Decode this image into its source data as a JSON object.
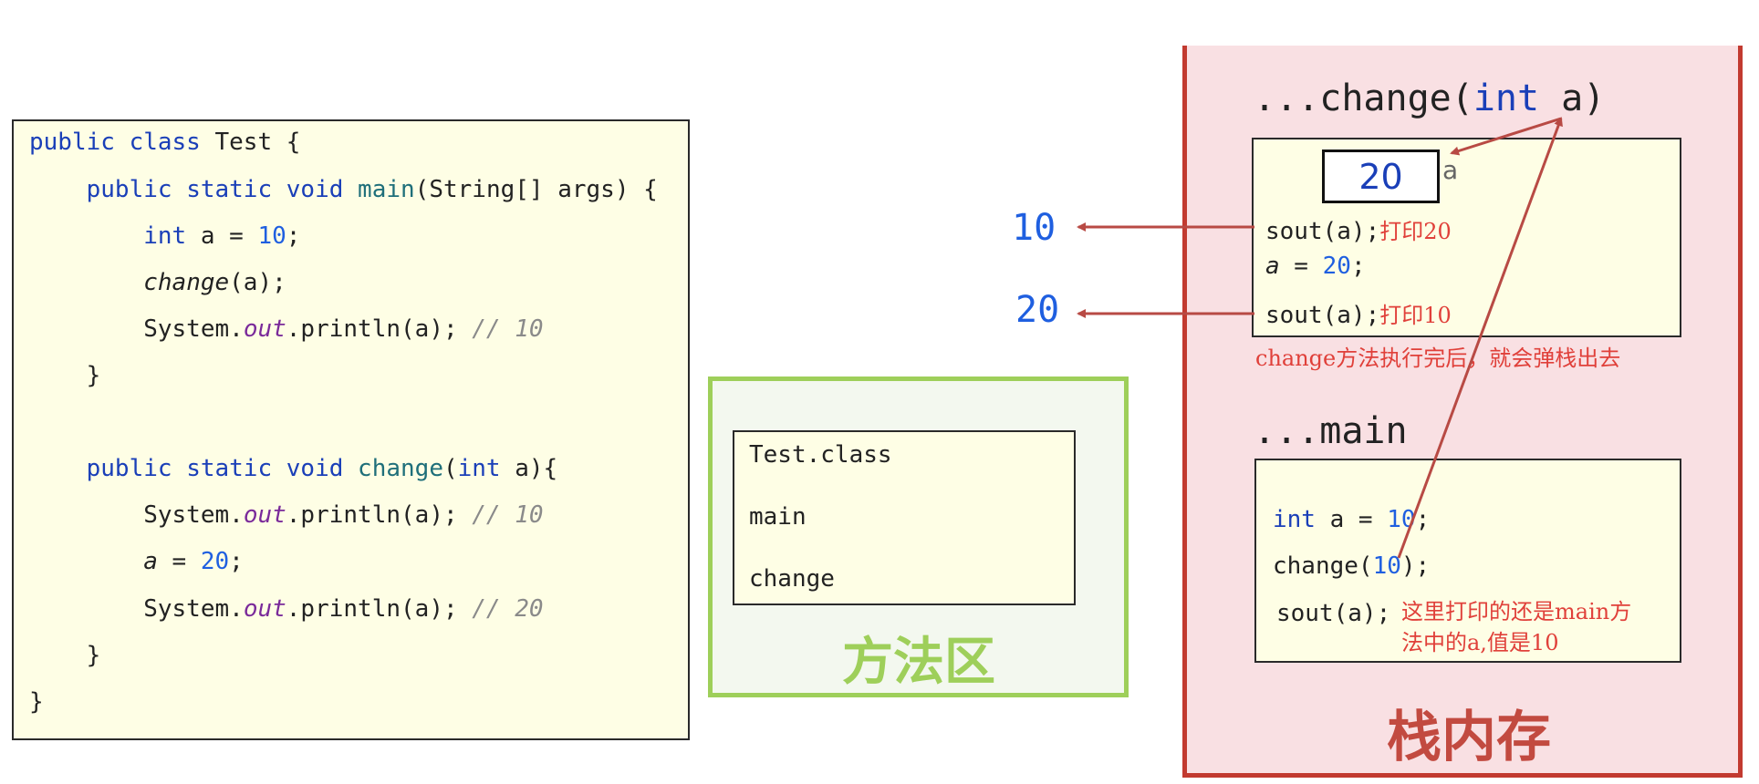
{
  "code": {
    "lines": [
      [
        {
          "t": "public class",
          "c": "kw"
        },
        {
          "t": " Test {",
          "c": ""
        }
      ],
      [
        {
          "t": "    ",
          "c": ""
        },
        {
          "t": "public static void",
          "c": "kw"
        },
        {
          "t": " ",
          "c": ""
        },
        {
          "t": "main",
          "c": "fn"
        },
        {
          "t": "(String[] args) {",
          "c": ""
        }
      ],
      [
        {
          "t": "        ",
          "c": ""
        },
        {
          "t": "int",
          "c": "kw"
        },
        {
          "t": " a = ",
          "c": ""
        },
        {
          "t": "10",
          "c": "num"
        },
        {
          "t": ";",
          "c": ""
        }
      ],
      [
        {
          "t": "        ",
          "c": ""
        },
        {
          "t": "change",
          "c": "it"
        },
        {
          "t": "(a);",
          "c": ""
        }
      ],
      [
        {
          "t": "        System.",
          "c": ""
        },
        {
          "t": "out",
          "c": "fld"
        },
        {
          "t": ".println(a); ",
          "c": ""
        },
        {
          "t": "// 10",
          "c": "cm"
        }
      ],
      [
        {
          "t": "    }",
          "c": ""
        }
      ],
      [
        {
          "t": "",
          "c": ""
        }
      ],
      [
        {
          "t": "    ",
          "c": ""
        },
        {
          "t": "public static void",
          "c": "kw"
        },
        {
          "t": " ",
          "c": ""
        },
        {
          "t": "change",
          "c": "fn"
        },
        {
          "t": "(",
          "c": ""
        },
        {
          "t": "int",
          "c": "kw"
        },
        {
          "t": " a){",
          "c": ""
        }
      ],
      [
        {
          "t": "        System.",
          "c": ""
        },
        {
          "t": "out",
          "c": "fld"
        },
        {
          "t": ".println(a); ",
          "c": ""
        },
        {
          "t": "// 10",
          "c": "cm"
        }
      ],
      [
        {
          "t": "        ",
          "c": ""
        },
        {
          "t": "a",
          "c": "it"
        },
        {
          "t": " = ",
          "c": ""
        },
        {
          "t": "20",
          "c": "num"
        },
        {
          "t": ";",
          "c": ""
        }
      ],
      [
        {
          "t": "        System.",
          "c": ""
        },
        {
          "t": "out",
          "c": "fld"
        },
        {
          "t": ".println(a); ",
          "c": ""
        },
        {
          "t": "// 20",
          "c": "cm"
        }
      ],
      [
        {
          "t": "    }",
          "c": ""
        }
      ],
      [
        {
          "t": "}",
          "c": ""
        }
      ]
    ]
  },
  "method_area": {
    "items": [
      "Test.class",
      "main",
      "change"
    ],
    "label": "方法区"
  },
  "outputs": {
    "first": "10",
    "second": "20"
  },
  "stack": {
    "label": "栈内存",
    "change_frame": {
      "title_prefix": "...change(",
      "title_kw": "int",
      "title_suffix": " a)",
      "var_value": "20",
      "var_name": "a",
      "line1_code": "sout(a);",
      "line1_note": "打印20",
      "line2_var": "a",
      "line2_mid": " = ",
      "line2_num": "20",
      "line2_end": ";",
      "line3_code": "sout(a);",
      "line3_note": "打印10",
      "pop_note": "change方法执行完后，就会弹栈出去"
    },
    "main_frame": {
      "title": "...main",
      "line1_kw": "int",
      "line1_mid": " a = ",
      "line1_num": "10",
      "line1_end": ";",
      "line2_pre": "change(",
      "line2_num": "10",
      "line2_end": ");",
      "line3_code": "sout(a);",
      "note_line1": "这里打印的还是main方",
      "note_line2": "法中的a,值是10"
    }
  },
  "colors": {
    "arrow": "#b84a44",
    "stack_border": "#c23a30",
    "stack_fill": "#f9e0e3",
    "method_border": "#9ecf5a",
    "method_label": "#9ecf5a",
    "stack_label": "#c24a40",
    "output_number": "#1f5fe0",
    "note_red": "#e0403a"
  }
}
